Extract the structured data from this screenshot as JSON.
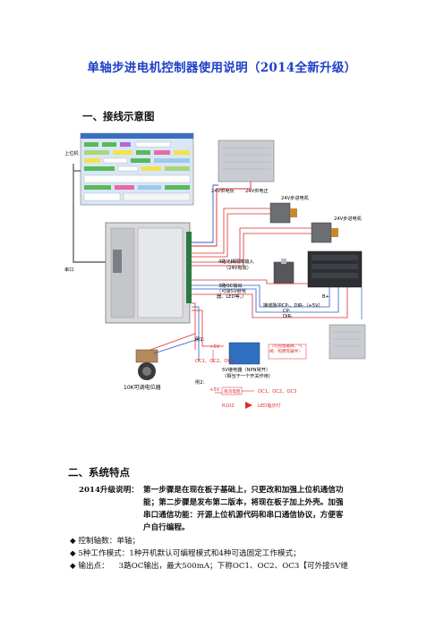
{
  "doc": {
    "title": "单轴步进电机控制器使用说明（2014全新升级）",
    "section1": "一、接线示意图",
    "section2": "二、系统特点"
  },
  "diagram": {
    "host_pc": "上位机",
    "serial": "串口",
    "psu_neg": "24V供电负",
    "psu_pos": "24V供电正",
    "motor1": "24V步进电机",
    "motor2": "24V步进电机",
    "opto_inputs": "4路光耦隔离输入",
    "opto_note": "（24V有效）",
    "oc_title": "3路OC输出",
    "oc_sub": "（可接5V继电器、LED等。）",
    "pot": "10K可调电位器",
    "ex1": "例1：",
    "ex1_v": "+5V",
    "relay": "5V继电器（NPN常开）",
    "relay_sub": "（相当于一个开关作用）",
    "relay_load": "（可控电磁阀、气阀、照明等器件）",
    "oc_labels": "OC1、OC2、OC3",
    "ex2": "例2：",
    "ex2_v": "+5V",
    "led_res": "限流电阻",
    "led": "LED指示灯",
    "led_r": "R102",
    "wire_sig": "接收脉冲CP-、DIR-（+5V）",
    "wire_cp": "CP-",
    "wire_dir": "DIR-",
    "wire_b": "B+"
  },
  "features": {
    "upgrade_label": "2014升级说明：",
    "upgrade_lines": [
      "第一步骤是在现在板子基础上，只更改和加强上位机通信功",
      "能；第二步骤是发布第二版本，将现在板子加上外壳。加强",
      "串口通信功能：开源上位机源代码和串口通信协议，方便客",
      "户自行编程。"
    ],
    "bullets": [
      "控制轴数：单轴；",
      "5种工作模式：1种开机默认可编程模式和4种可选固定工作模式；",
      "输出点：    3路OC输出，最大500mA；下称OC1、OC2、OC3【可外接5V继"
    ]
  }
}
